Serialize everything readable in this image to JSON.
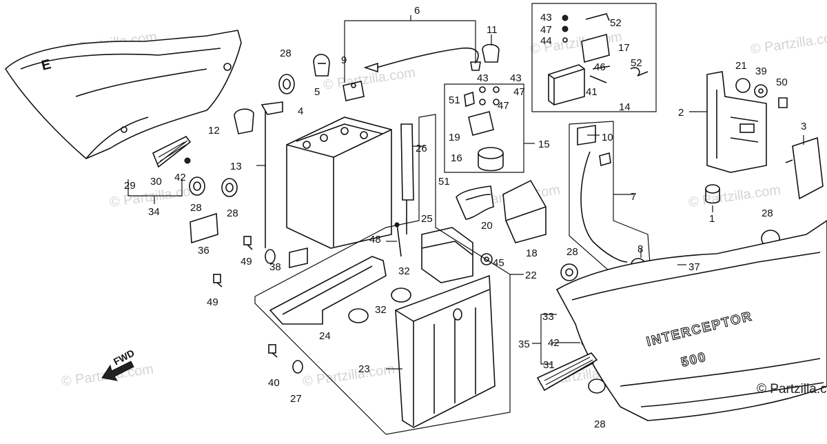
{
  "copyright": "© Partzilla.com",
  "watermark_text": "© Partzilla.com",
  "fwd_label": "FWD",
  "cover_logo": {
    "line1": "INTERCEPTOR",
    "line2": "500"
  },
  "left_cover_mark": "E",
  "part_numbers": [
    "1",
    "2",
    "3",
    "4",
    "5",
    "6",
    "7",
    "8",
    "9",
    "10",
    "11",
    "12",
    "13",
    "14",
    "15",
    "16",
    "17",
    "18",
    "19",
    "20",
    "21",
    "22",
    "23",
    "24",
    "25",
    "26",
    "27",
    "28",
    "29",
    "30",
    "31",
    "32",
    "33",
    "34",
    "35",
    "36",
    "37",
    "38",
    "39",
    "40",
    "41",
    "42",
    "43",
    "44",
    "45",
    "46",
    "47",
    "48",
    "49",
    "50",
    "51",
    "52"
  ],
  "callouts": [
    {
      "id": "c6",
      "text": "6"
    },
    {
      "id": "c11",
      "text": "11"
    },
    {
      "id": "c9",
      "text": "9"
    },
    {
      "id": "c28a",
      "text": "28"
    },
    {
      "id": "c5",
      "text": "5"
    },
    {
      "id": "c4",
      "text": "4"
    },
    {
      "id": "c12",
      "text": "12"
    },
    {
      "id": "c13",
      "text": "13"
    },
    {
      "id": "c29",
      "text": "29"
    },
    {
      "id": "c30",
      "text": "30"
    },
    {
      "id": "c42a",
      "text": "42"
    },
    {
      "id": "c34",
      "text": "34"
    },
    {
      "id": "c28b",
      "text": "28"
    },
    {
      "id": "c28c",
      "text": "28"
    },
    {
      "id": "c36",
      "text": "36"
    },
    {
      "id": "c49a",
      "text": "49"
    },
    {
      "id": "c38",
      "text": "38"
    },
    {
      "id": "c49b",
      "text": "49"
    },
    {
      "id": "c48",
      "text": "48"
    },
    {
      "id": "c26",
      "text": "26"
    },
    {
      "id": "c43a",
      "text": "43"
    },
    {
      "id": "c47a",
      "text": "47"
    },
    {
      "id": "c44",
      "text": "44"
    },
    {
      "id": "c52a",
      "text": "52"
    },
    {
      "id": "c17",
      "text": "17"
    },
    {
      "id": "c46",
      "text": "46"
    },
    {
      "id": "c52b",
      "text": "52"
    },
    {
      "id": "c41",
      "text": "41"
    },
    {
      "id": "c14",
      "text": "14"
    },
    {
      "id": "c43b",
      "text": "43"
    },
    {
      "id": "c43c",
      "text": "43"
    },
    {
      "id": "c47b",
      "text": "47"
    },
    {
      "id": "c47c",
      "text": "47"
    },
    {
      "id": "c51a",
      "text": "51"
    },
    {
      "id": "c19",
      "text": "19"
    },
    {
      "id": "c15",
      "text": "15"
    },
    {
      "id": "c16",
      "text": "16"
    },
    {
      "id": "c51b",
      "text": "51"
    },
    {
      "id": "c20",
      "text": "20"
    },
    {
      "id": "c18",
      "text": "18"
    },
    {
      "id": "c25",
      "text": "25"
    },
    {
      "id": "c45",
      "text": "45"
    },
    {
      "id": "c22",
      "text": "22"
    },
    {
      "id": "c32a",
      "text": "32"
    },
    {
      "id": "c32b",
      "text": "32"
    },
    {
      "id": "c24",
      "text": "24"
    },
    {
      "id": "c23",
      "text": "23"
    },
    {
      "id": "c40",
      "text": "40"
    },
    {
      "id": "c27",
      "text": "27"
    },
    {
      "id": "c10",
      "text": "10"
    },
    {
      "id": "c7",
      "text": "7"
    },
    {
      "id": "c8",
      "text": "8"
    },
    {
      "id": "c28d",
      "text": "28"
    },
    {
      "id": "c37",
      "text": "37"
    },
    {
      "id": "c21",
      "text": "21"
    },
    {
      "id": "c39",
      "text": "39"
    },
    {
      "id": "c50",
      "text": "50"
    },
    {
      "id": "c2",
      "text": "2"
    },
    {
      "id": "c3",
      "text": "3"
    },
    {
      "id": "c1",
      "text": "1"
    },
    {
      "id": "c28e",
      "text": "28"
    },
    {
      "id": "c33",
      "text": "33"
    },
    {
      "id": "c35",
      "text": "35"
    },
    {
      "id": "c42b",
      "text": "42"
    },
    {
      "id": "c31",
      "text": "31"
    },
    {
      "id": "c28f",
      "text": "28"
    }
  ]
}
